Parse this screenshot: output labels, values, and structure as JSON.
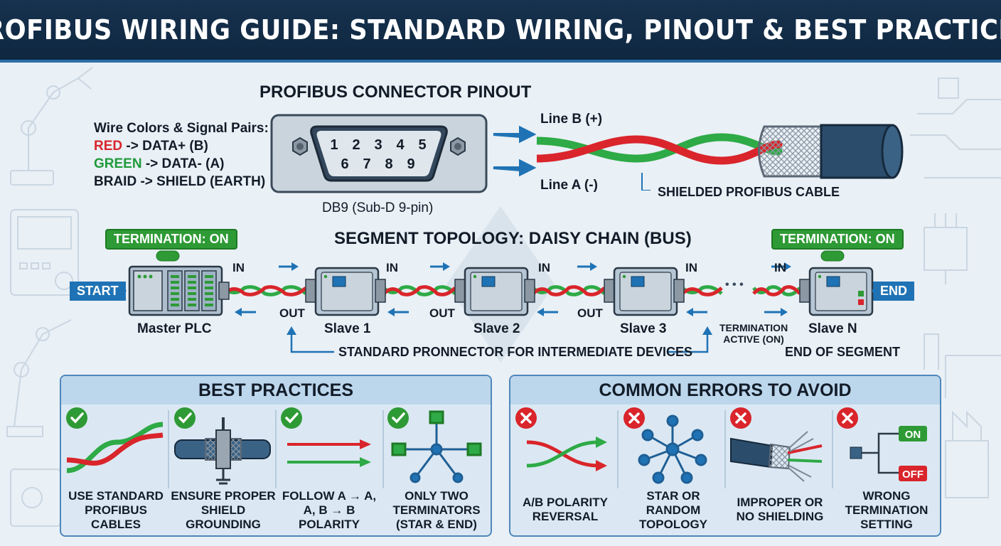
{
  "header": {
    "title": "PROFIBUS WIRING GUIDE: STANDARD WIRING, PINOUT & BEST PRACTICES"
  },
  "pinout": {
    "title": "PROFIBUS CONNECTOR PINOUT",
    "legend_title": "Wire Colors & Signal Pairs:",
    "legend": [
      {
        "color_word": "RED",
        "rest": " -> DATA+ (B)",
        "color": "#d9252b"
      },
      {
        "color_word": "GREEN",
        "rest": " -> DATA- (A)",
        "color": "#1f9a3a"
      },
      {
        "color_word": "BRAID",
        "rest": " -> SHIELD (EARTH)",
        "color": "#121c28"
      }
    ],
    "pins_top": [
      "1",
      "2",
      "3",
      "4",
      "5"
    ],
    "pins_bottom": [
      "6",
      "7",
      "8",
      "9"
    ],
    "connector_label": "DB9 (Sub-D 9-pin)",
    "line_b": "Line B (+)",
    "line_a": "Line A (-)",
    "cable_label": "SHIELDED PROFIBUS CABLE"
  },
  "topology": {
    "title": "SEGMENT TOPOLOGY: DAISY CHAIN (BUS)",
    "termination_start": "TERMINATION: ON",
    "termination_end": "TERMINATION: ON",
    "start_tag": "START",
    "end_tag": "END",
    "devices": [
      "Master PLC",
      "Slave 1",
      "Slave 2",
      "Slave 3",
      "Slave N"
    ],
    "in_label": "IN",
    "out_label": "OUT",
    "ellipsis": "• • •",
    "termination_active": "TERMINATION\nACTIVE (ON)",
    "bracket_label": "STANDARD PRONNECTOR FOR INTERMEDIATE DEVICES",
    "end_of_segment": "END OF SEGMENT"
  },
  "best_practices": {
    "title": "BEST PRACTICES",
    "items": [
      {
        "label": "USE STANDARD\nPROFIBUS\nCABLES",
        "icon": "twisted-cable-icon"
      },
      {
        "label": "ENSURE PROPER\nSHIELD\nGROUNDING",
        "icon": "shield-clamp-icon"
      },
      {
        "label": "FOLLOW A → A,\nA, B → B\nPOLARITY",
        "icon": "parallel-arrows-icon"
      },
      {
        "label": "ONLY TWO\nTERMINATORS\n(STAR & END)",
        "icon": "star-network-icon"
      }
    ]
  },
  "common_errors": {
    "title": "COMMON ERRORS TO AVOID",
    "items": [
      {
        "label": "A/B POLARITY\nREVERSAL",
        "icon": "crossed-arrows-icon"
      },
      {
        "label": "STAR OR\nRANDOM\nTOPOLOGY",
        "icon": "star-topology-icon"
      },
      {
        "label": "IMPROPER OR\nNO SHIELDING",
        "icon": "frayed-cable-icon"
      },
      {
        "label": "WRONG\nTERMINATION\nSETTING",
        "icon": "on-off-switch-icon"
      }
    ],
    "switch_on": "ON",
    "switch_off": "OFF"
  },
  "colors": {
    "red_wire": "#d9252b",
    "green_wire": "#2eaa46",
    "accent_blue": "#1f73b5",
    "header_bg": "#17324f",
    "check_green": "#2e9a35",
    "error_red": "#d9252b"
  }
}
